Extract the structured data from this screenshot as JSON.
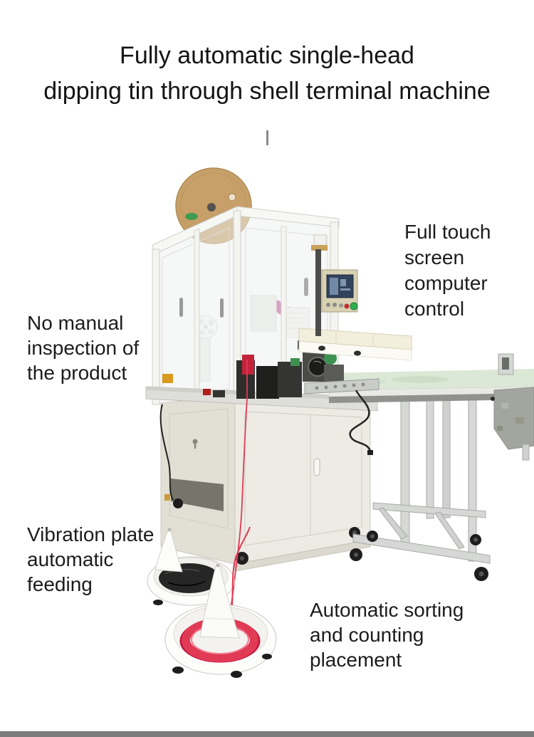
{
  "page": {
    "background": "#ffffff",
    "bottom_bar_color": "#7c7c7c",
    "divider_color": "#8a8a8a"
  },
  "title": {
    "line1": "Fully automatic single-head",
    "line2": "dipping tin through shell terminal machine"
  },
  "annotations": {
    "no_manual_inspection": {
      "line1": "No manual",
      "line2": "inspection of",
      "line3": "the product"
    },
    "touch_screen": {
      "line1": "Full touch",
      "line2": "screen",
      "line3": "computer",
      "line4": "control"
    },
    "vibration_feeding": {
      "line1": "Vibration plate",
      "line2": "automatic",
      "line3": "feeding"
    },
    "sorting_placement": {
      "line1": "Automatic sorting",
      "line2": "and counting",
      "line3": "placement"
    }
  },
  "machine": {
    "reel_color": "#c79f69",
    "cabinet_front_color": "#edebe3",
    "cabinet_side_color": "#e2e0d4",
    "frame_color": "#f7f7f4",
    "acrylic_color": "#eef2f2",
    "conveyor_belt_color": "#dce8d6",
    "metal_color": "#d6d8d5",
    "grey_box_color": "#a2a69e",
    "screen_bezel_color": "#d8d1b4",
    "screen_color": "#31435c",
    "green_button_color": "#2fae4e",
    "red_button_color": "#c23030",
    "wire_red_color": "#e03a55",
    "wire_black_color": "#222222",
    "coil_black_color": "#262626"
  }
}
